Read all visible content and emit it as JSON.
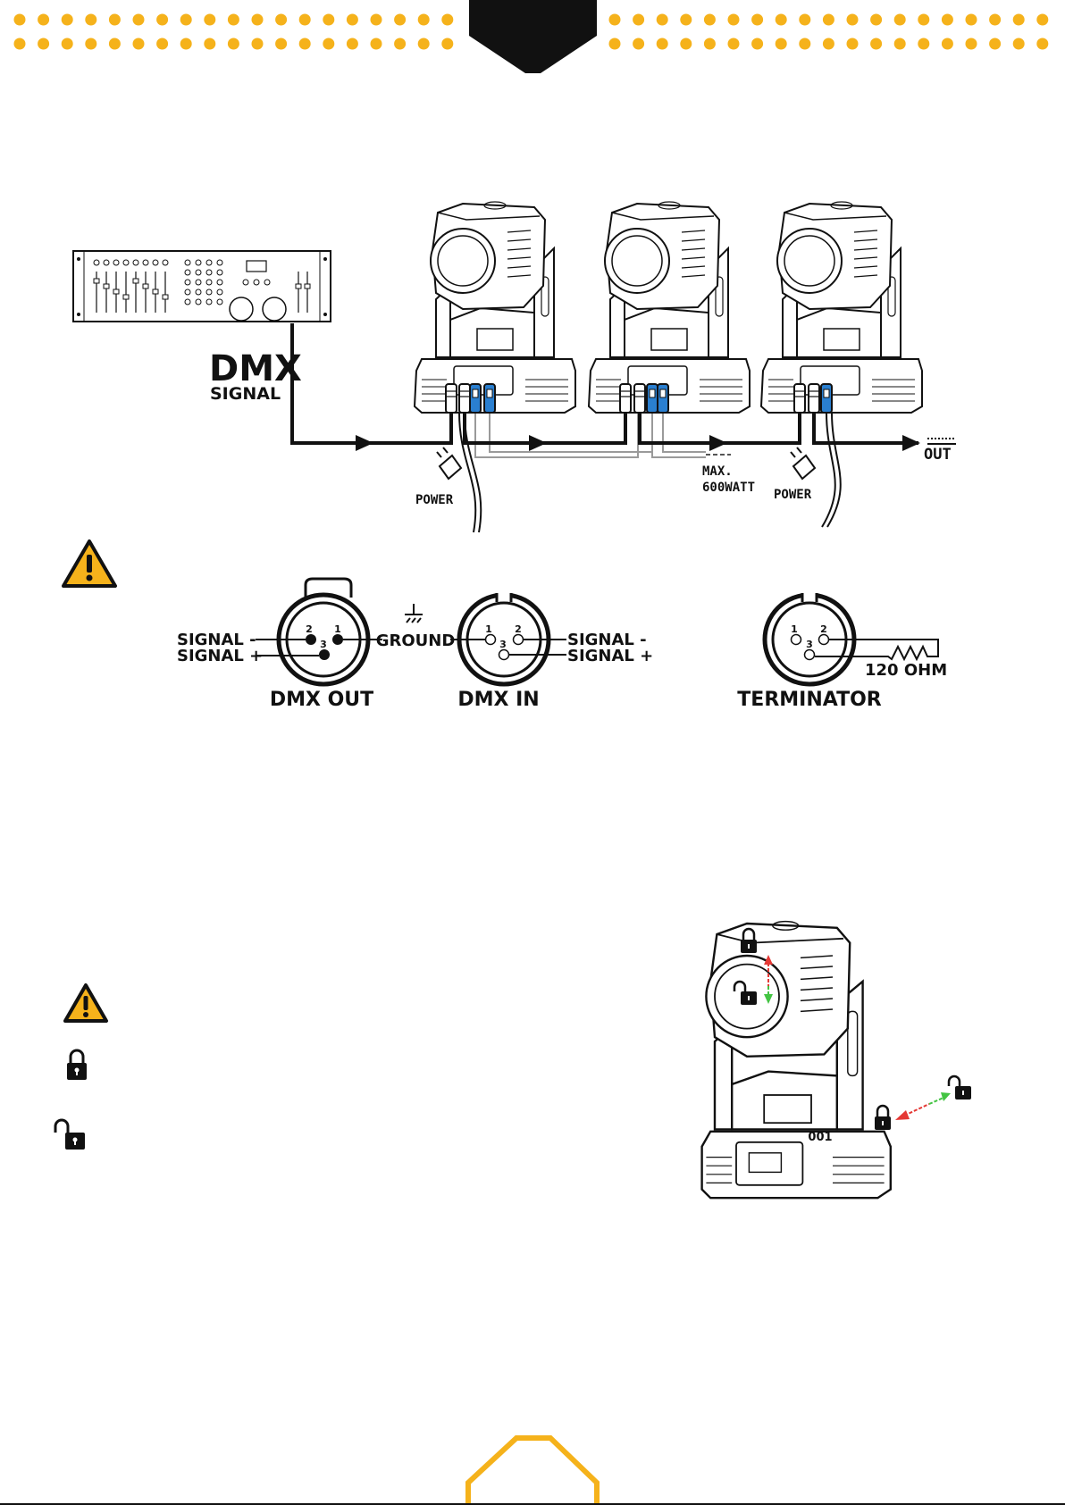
{
  "colors": {
    "accent": "#f5b21b",
    "ink": "#111111",
    "signal": "#111111",
    "power_cable": "#9a9a9a",
    "power_connector": "#2a7fd0",
    "warning": "#f5b21b",
    "arrow_up": "#e53935",
    "arrow_down": "#43c443"
  },
  "icons": {
    "warning": "warning-triangle-icon",
    "lock": "lock-icon",
    "unlock": "unlock-icon",
    "power_plug": "power-plug-icon"
  },
  "diagram": {
    "dmx_title": "DMX",
    "dmx_subtitle": "SIGNAL",
    "out_label": "OUT",
    "max_label_1": "MAX.",
    "max_label_2": "600WATT",
    "power_label": "POWER",
    "panel_display": "001"
  },
  "connectors": {
    "signal_minus": "SIGNAL -",
    "signal_plus": "SIGNAL +",
    "ground": "GROUND",
    "dmx_out": "DMX OUT",
    "dmx_in": "DMX IN",
    "terminator": "TERMINATOR",
    "resistor": "120 OHM",
    "pin1": "1",
    "pin2": "2",
    "pin3": "3"
  }
}
